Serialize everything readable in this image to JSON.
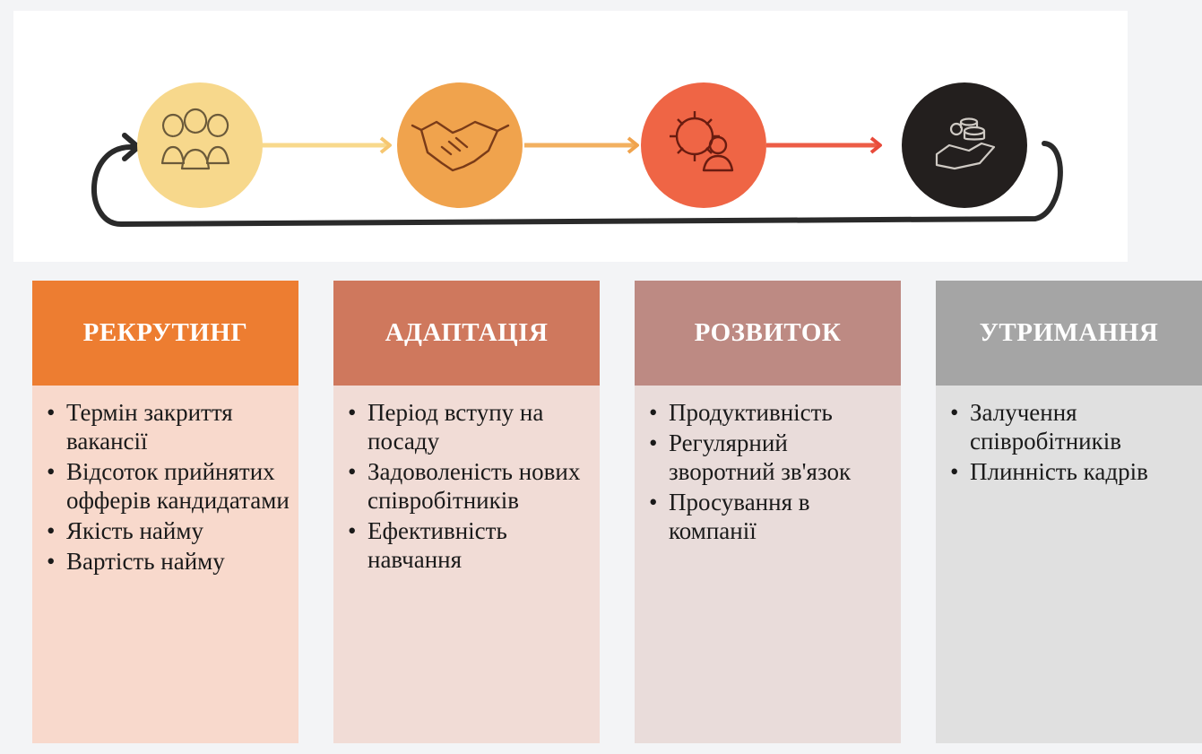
{
  "stages": [
    {
      "title": "РЕКРУТИНГ",
      "icon": "people-icon",
      "circle_color": "#f7d88c",
      "header_color": "#ed7d31",
      "body_color": "#f8d9cc",
      "items": [
        "Термін закриття вакансії",
        "Відсоток прийнятих офферів кандидатами",
        "Якість найму",
        "Вартість найму"
      ]
    },
    {
      "title": "АДАПТАЦІЯ",
      "icon": "handshake-icon",
      "circle_color": "#f0a34d",
      "header_color": "#cf785d",
      "body_color": "#f1dcd6",
      "items": [
        "Період вступу на посаду",
        "Задоволеність нових співробітників",
        "Ефективність навчання"
      ]
    },
    {
      "title": "РОЗВИТОК",
      "icon": "gear-person-icon",
      "circle_color": "#ef6545",
      "header_color": "#bd8a83",
      "body_color": "#e9dcda",
      "items": [
        "Продуктивність",
        "Регулярний зворотний зв'язок",
        "Просування в компанії"
      ]
    },
    {
      "title": "УТРИМАННЯ",
      "icon": "hand-coins-icon",
      "circle_color": "#231f1e",
      "header_color": "#a5a5a5",
      "body_color": "#e0e0e0",
      "items": [
        "Залучення співробітників",
        "Плинність кадрів"
      ]
    }
  ]
}
